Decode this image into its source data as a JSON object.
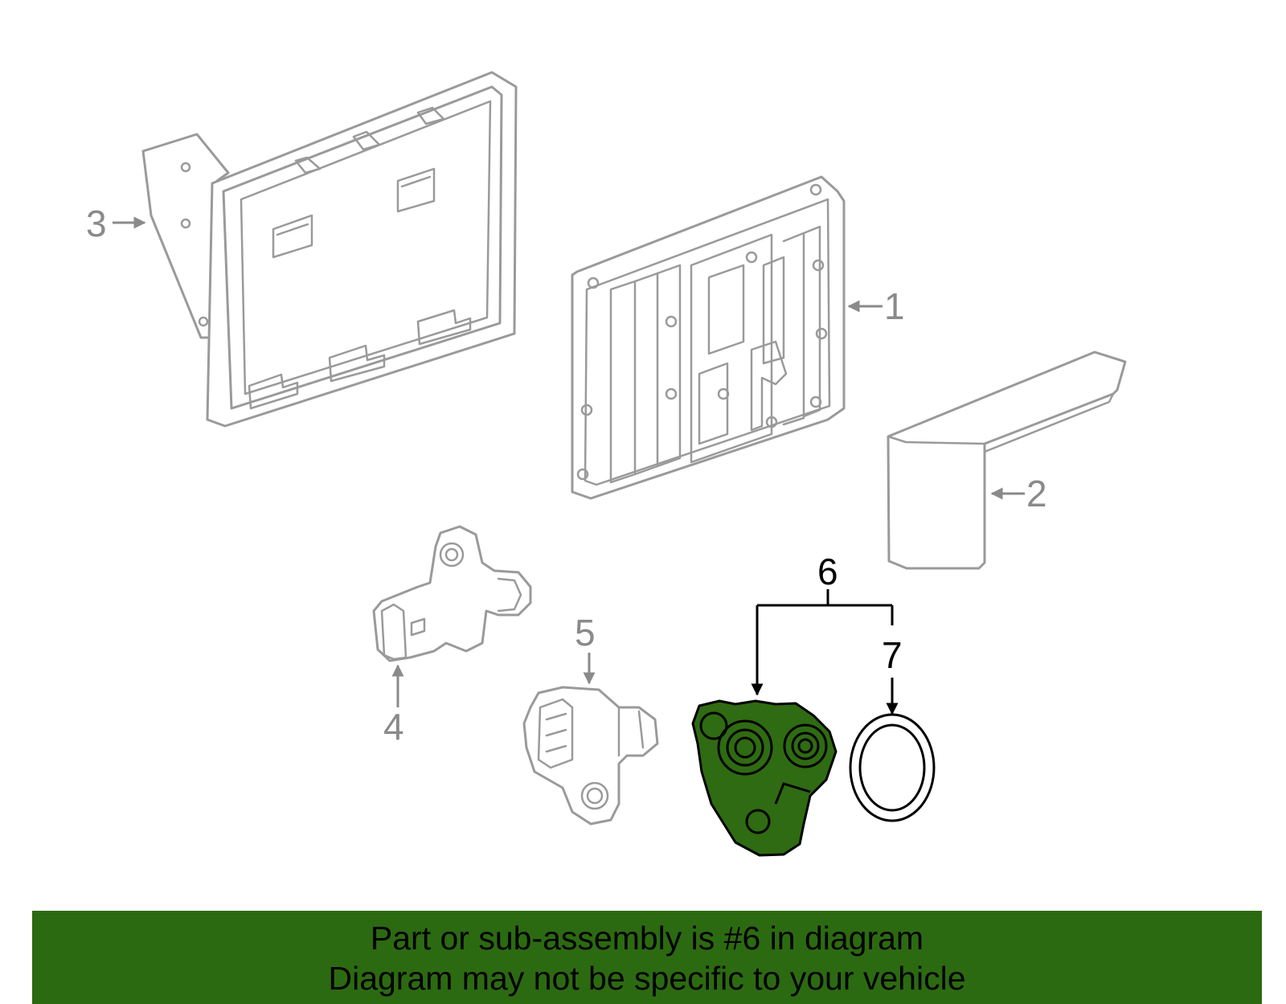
{
  "colors": {
    "highlight": "#2f6b12",
    "banner": "#2c6a12",
    "part_outline": "#9a9a9a",
    "callout_gray": "#8a8a8a"
  },
  "callouts": {
    "c1": "1",
    "c2": "2",
    "c3": "3",
    "c4": "4",
    "c5": "5",
    "c6": "6",
    "c7": "7"
  },
  "banner": {
    "line1": "Part or sub-assembly is #6 in diagram",
    "line2": "Diagram may not be specific to your vehicle"
  }
}
